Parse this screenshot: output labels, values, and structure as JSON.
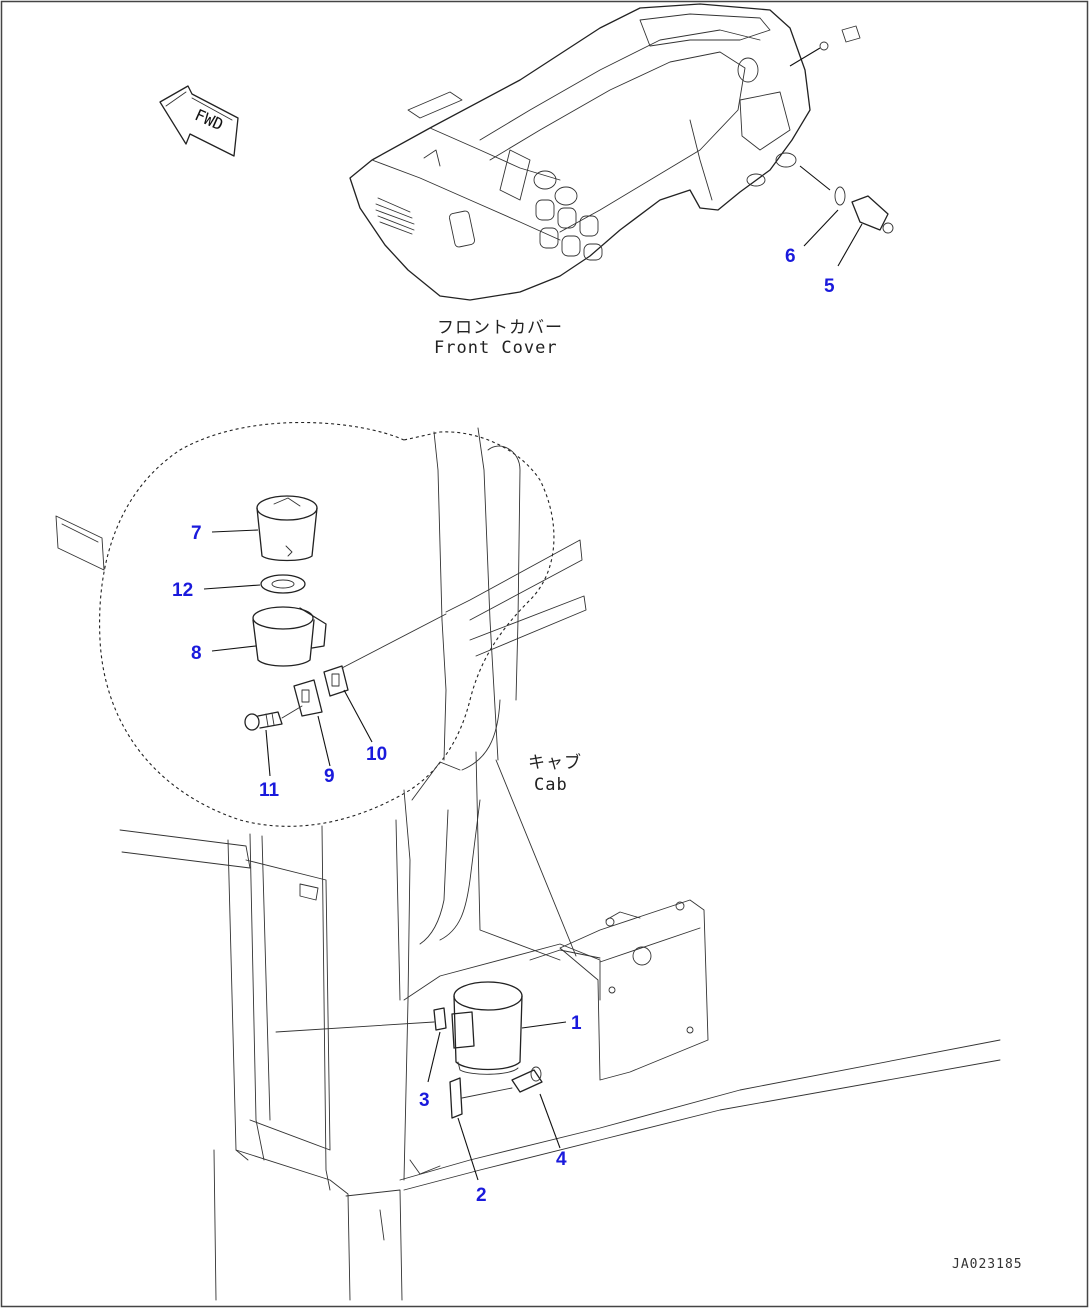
{
  "front_cover_label": {
    "jp": "フロントカバー",
    "en": "Front Cover"
  },
  "cab_label": {
    "jp": "キャブ",
    "en": "Cab"
  },
  "fwd_label": "FWD",
  "drawing_id": "JA023185",
  "part_numbers": [
    "1",
    "2",
    "3",
    "4",
    "5",
    "6",
    "7",
    "8",
    "9",
    "10",
    "11",
    "12"
  ],
  "colors": {
    "part_number": "#1a1adc",
    "line": "#222222",
    "background": "#ffffff"
  }
}
